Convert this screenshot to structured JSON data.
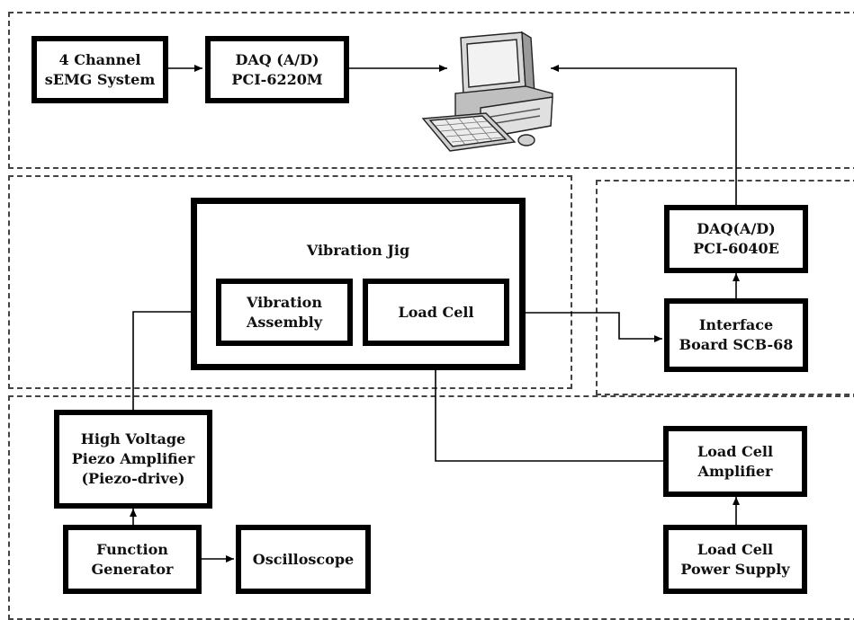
{
  "blocks": {
    "semg": [
      "4 Channel",
      "sEMG System"
    ],
    "daq1": [
      "DAQ (A/D)",
      "PCI-6220M"
    ],
    "jig_title": "Vibration Jig",
    "vib_assembly": [
      "Vibration",
      "Assembly"
    ],
    "load_cell": "Load Cell",
    "daq2": [
      "DAQ(A/D)",
      "PCI-6040E"
    ],
    "interface": [
      "Interface",
      "Board SCB-68"
    ],
    "piezo_amp": [
      "High Voltage",
      "Piezo Amplifier",
      "(Piezo-drive)"
    ],
    "func_gen": [
      "Function",
      "Generator"
    ],
    "oscilloscope": "Oscilloscope",
    "lc_amp": [
      "Load Cell",
      "Amplifier"
    ],
    "lc_power": [
      "Load Cell",
      "Power Supply"
    ]
  },
  "icons": {
    "computer": "desktop-computer-icon"
  },
  "colors": {
    "line": "#000000",
    "dash": "#444444"
  }
}
